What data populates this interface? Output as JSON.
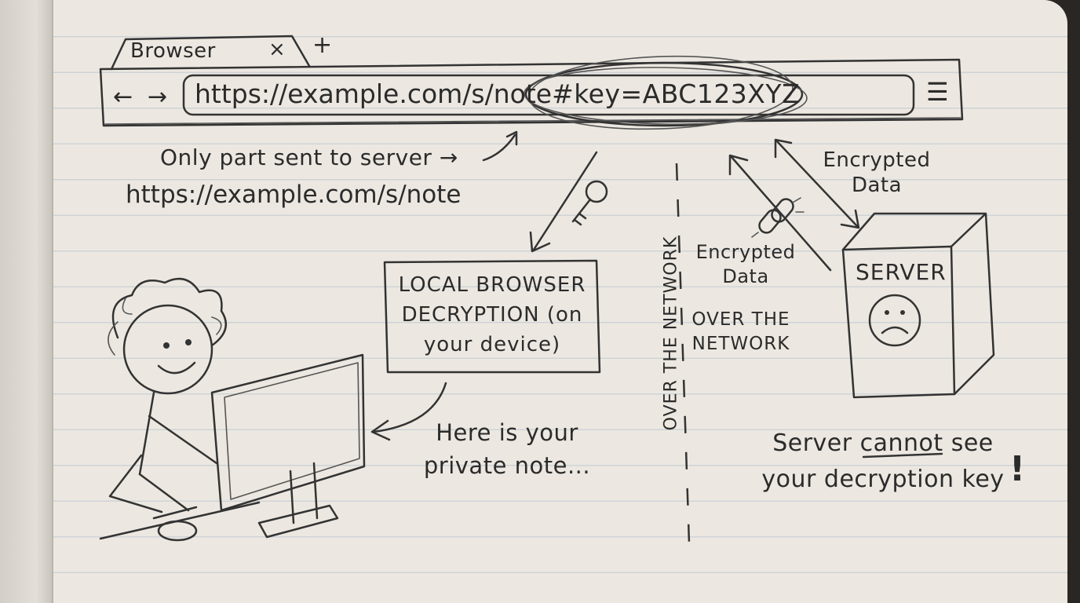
{
  "browser": {
    "tab_title": "Browser",
    "tab_close": "×",
    "new_tab": "+",
    "back": "←",
    "forward": "→",
    "url_path": "https://example.com/s/note",
    "url_fragment": "#key=ABC123XYZ",
    "menu": "☰"
  },
  "annotations": {
    "sent_label": "Only part sent to server →",
    "sent_url": "https://example.com/s/note",
    "decryption_box": "LOCAL BROWSER DECRYPTION (on your device)",
    "note_text": "Here is your private note...",
    "network_vertical": "OVER THE NETWORK",
    "network_label": "OVER THE NETWORK",
    "encrypted_top": "Encrypted Data",
    "encrypted_mid": "Encrypted Data",
    "server_label": "SERVER",
    "conclusion_pre": "Server ",
    "conclusion_emph": "cannot",
    "conclusion_post": " see your decryption key",
    "exclaim": "!"
  },
  "colors": {
    "paper": "#ece8e1",
    "ink": "#2b2b2b",
    "ruled_line": "#cfd3d6"
  }
}
